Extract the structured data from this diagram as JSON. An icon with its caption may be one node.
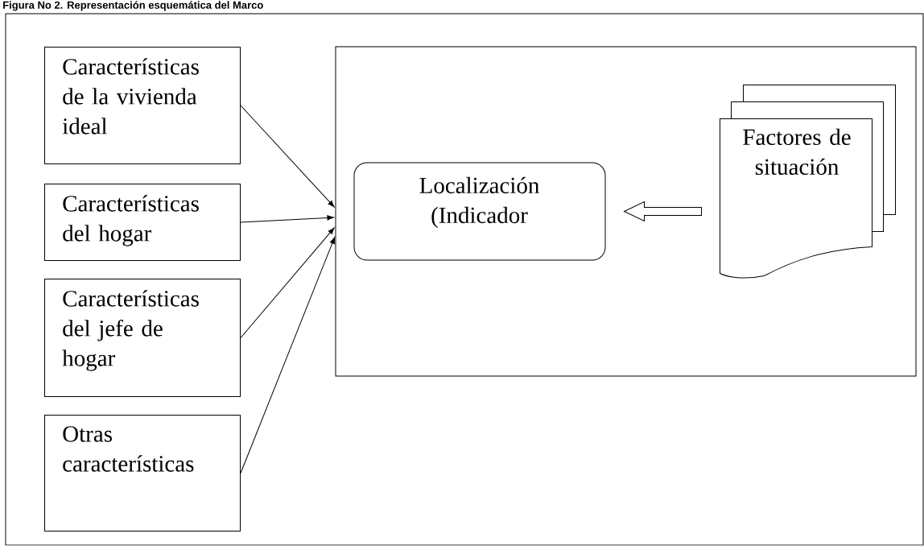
{
  "diagram": {
    "title": "Figura No 2. Representación esquemática del Marco",
    "nodes": [
      {
        "text": [
          "Características de la vivienda ideal"
        ]
      },
      {
        "text": [
          "Características del hogar"
        ]
      },
      {
        "text": [
          "Características del jefe de hogar"
        ]
      },
      {
        "text": [
          "Otras características"
        ]
      },
      {
        "text": [],
        "shape": "box"
      },
      {
        "text": [
          "Localización (Indicador"
        ],
        "in": 4
      },
      {
        "text": [
          "Factores de situación"
        ],
        "in": 4
      }
    ],
    "edges": [
      {
        "from": 0,
        "to": 4,
        "arrow": "to"
      },
      {
        "from": 1,
        "to": 4,
        "arrow": "to"
      },
      {
        "from": 2,
        "to": 4,
        "arrow": "to"
      },
      {
        "from": 3,
        "to": 4,
        "arrow": "to"
      },
      {
        "from": 6,
        "to": 5,
        "arrow": "to",
        "style": "thick"
      }
    ]
  }
}
